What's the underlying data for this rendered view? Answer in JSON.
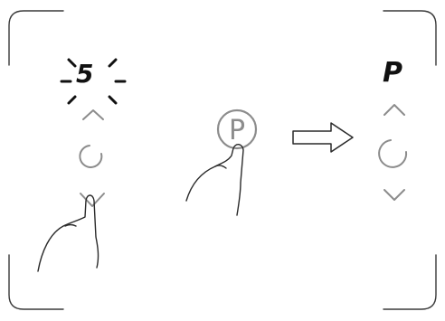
{
  "panel_left": {
    "display_digit": "5",
    "display_state": "blinking",
    "controls": [
      "up-arrow",
      "knob",
      "down-arrow"
    ],
    "pressed_control": "down-arrow"
  },
  "panel_middle": {
    "key_label": "P",
    "pressed": true
  },
  "panel_right": {
    "display_digit": "P",
    "controls": [
      "up-arrow",
      "knob",
      "down-arrow"
    ]
  },
  "transition": "arrow-right",
  "colors": {
    "frame": "#3a3a3a",
    "display": "#111111",
    "control_gray": "#8c8c8c",
    "hand_line": "#2a2a2a"
  }
}
